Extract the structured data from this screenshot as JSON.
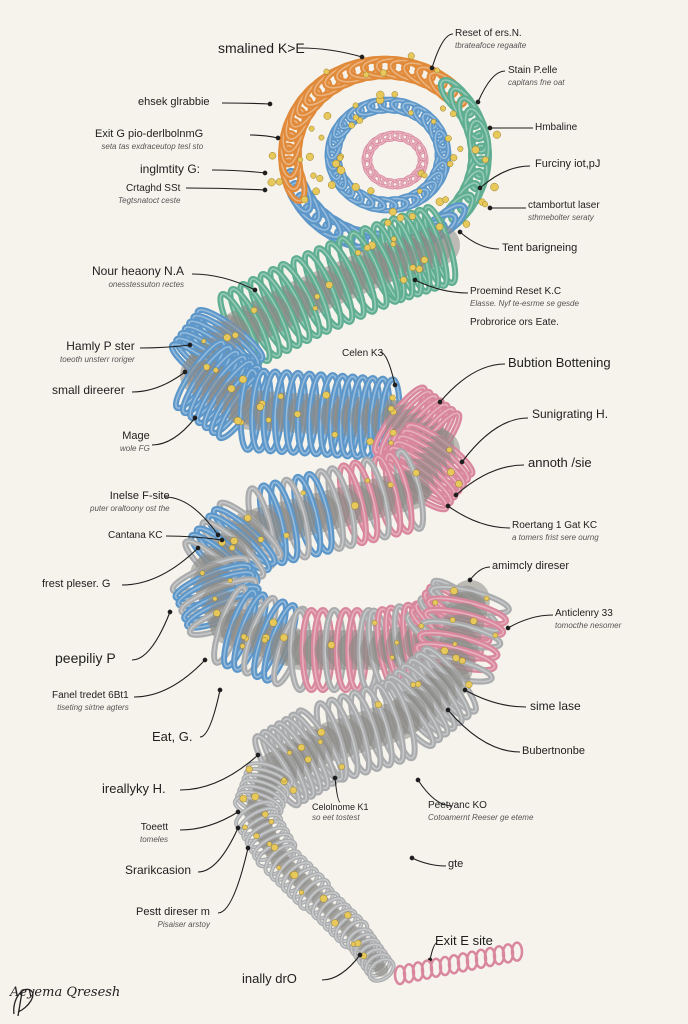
{
  "colors": {
    "background": "#f6f3ec",
    "orange": "#e08a3a",
    "teal": "#5fae92",
    "blue": "#5d97c9",
    "pink": "#d9879c",
    "grey": "#a9abad",
    "core": "#8c8a86",
    "particle": "#e6c95a",
    "ink": "#1e1e1e"
  },
  "labels": [
    {
      "id": "smalined-kde",
      "text": "smalined K>E",
      "sub": ""
    },
    {
      "id": "reset-of",
      "text": "Reset of ers.N.",
      "sub": "tbrateafoce regaalte"
    },
    {
      "id": "ehsek-glrabbie",
      "text": "ehsek glrabbie",
      "sub": ""
    },
    {
      "id": "stain-p-elle",
      "text": "Stain P.elle",
      "sub": "capitans fne oat"
    },
    {
      "id": "exit-g",
      "text": "Exit G pio-derlbolnmG",
      "sub": "seta tas exdraceutop tesl sto"
    },
    {
      "id": "hmbaline",
      "text": "Hmbaline",
      "sub": ""
    },
    {
      "id": "inglmtity",
      "text": "inglmtity G:",
      "sub": ""
    },
    {
      "id": "furciny",
      "text": "Furciny iot,pJ",
      "sub": ""
    },
    {
      "id": "crtaghd-sst",
      "text": "Crtaghd SSt",
      "sub": "Tegtsnatoct ceste"
    },
    {
      "id": "ctambortut",
      "text": "ctambortut laser",
      "sub": "sthmebolter seraty"
    },
    {
      "id": "tent-barigneing",
      "text": "Tent barigneing",
      "sub": ""
    },
    {
      "id": "nour-heaony",
      "text": "Nour heaony N.A",
      "sub": "onesstessuton rectes"
    },
    {
      "id": "proemind",
      "text": "Proemind Reset K.C",
      "sub": "Elasse. Nyf te-esrme se gesde"
    },
    {
      "id": "probrorice",
      "text": "Probrorice ors Eate.",
      "sub": ""
    },
    {
      "id": "hamly-p",
      "text": "Hamly P ster",
      "sub": "toeoth unsterr roriger"
    },
    {
      "id": "celen-kt",
      "text": "Celen K3",
      "sub": ""
    },
    {
      "id": "bubtion",
      "text": "Bubtion Bottening",
      "sub": ""
    },
    {
      "id": "small-direerer",
      "text": "small direerer",
      "sub": ""
    },
    {
      "id": "sunigrating",
      "text": "Sunigrating H.",
      "sub": ""
    },
    {
      "id": "mage-wole",
      "text": "Mage",
      "sub": "wole FG"
    },
    {
      "id": "annoth-sie",
      "text": "annoth /sie",
      "sub": ""
    },
    {
      "id": "inelse-f",
      "text": "Inelse F-site",
      "sub": "puter oraltoony ost the"
    },
    {
      "id": "roertang",
      "text": "Roertang 1 Gat KC",
      "sub": "a tomers frist sere ourng"
    },
    {
      "id": "cantana-kc",
      "text": "Cantana KC",
      "sub": ""
    },
    {
      "id": "amimcly-direser",
      "text": "amimcly direser",
      "sub": ""
    },
    {
      "id": "frest-pleser",
      "text": "frest pleser. G",
      "sub": ""
    },
    {
      "id": "anticlenry",
      "text": "Anticlenry 33",
      "sub": "tomocthe nesomer"
    },
    {
      "id": "peepiliy",
      "text": "peepiliy P",
      "sub": ""
    },
    {
      "id": "fanel-tredet",
      "text": "Fanel tredet 6Bt1",
      "sub": "tiseting sirtne agters"
    },
    {
      "id": "sime-lase",
      "text": "sime lase",
      "sub": ""
    },
    {
      "id": "eat-g",
      "text": "Eat, G.",
      "sub": ""
    },
    {
      "id": "bubertnonbe",
      "text": "Bubertnonbe",
      "sub": ""
    },
    {
      "id": "ireallyky",
      "text": "ireallyky H.",
      "sub": ""
    },
    {
      "id": "celolnome",
      "text": "Celolnome K1",
      "sub": "so eet tostest"
    },
    {
      "id": "peetyanc",
      "text": "Peetyanc KO",
      "sub": "Cotoamernt Reeser ge eteme"
    },
    {
      "id": "toeett",
      "text": "Toeett",
      "sub": "tomeles"
    },
    {
      "id": "srarikcasion",
      "text": "Srarikcasion",
      "sub": ""
    },
    {
      "id": "gte",
      "text": "gte",
      "sub": ""
    },
    {
      "id": "pestt-direser",
      "text": "Pestt direser m",
      "sub": "Pisaiser arstoy"
    },
    {
      "id": "exit-e-site",
      "text": "Exit E site",
      "sub": ""
    },
    {
      "id": "inally-dro",
      "text": "inally drO",
      "sub": ""
    }
  ],
  "signature": "Aeyema Qresesh"
}
